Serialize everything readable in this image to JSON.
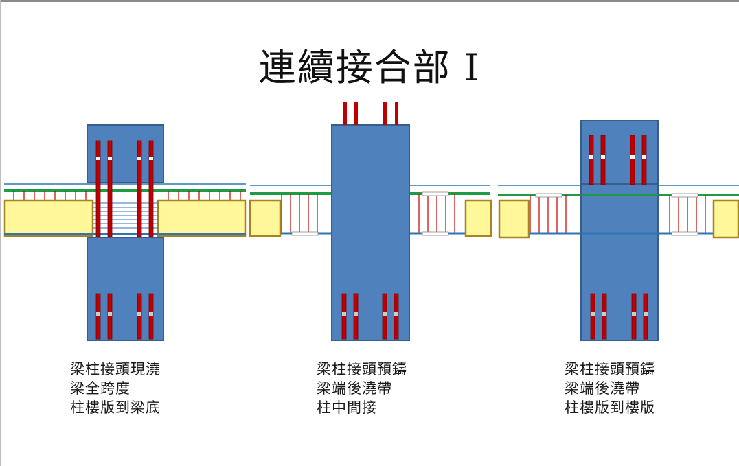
{
  "title": "連續接合部 I",
  "panels": [
    {
      "lines": [
        "梁柱接頭現澆",
        "梁全跨度",
        "柱樓版到梁底"
      ]
    },
    {
      "lines": [
        "梁柱接頭預鑄",
        "梁端後澆帶",
        "柱中間接"
      ]
    },
    {
      "lines": [
        "梁柱接頭預鑄",
        "梁端後澆帶",
        "柱樓版到樓版"
      ]
    }
  ],
  "colors": {
    "column": "#4f81bd",
    "column_border": "#385d8a",
    "beam": "#fff799",
    "beam_border": "#a88420",
    "rebar": "#c00000",
    "slab_top": "#1f9a45",
    "slab_bottom": "#2e75b6",
    "stirrup": "#c00000"
  },
  "icons": [
    "column-block-icon",
    "beam-block-icon",
    "rebar-icon"
  ]
}
